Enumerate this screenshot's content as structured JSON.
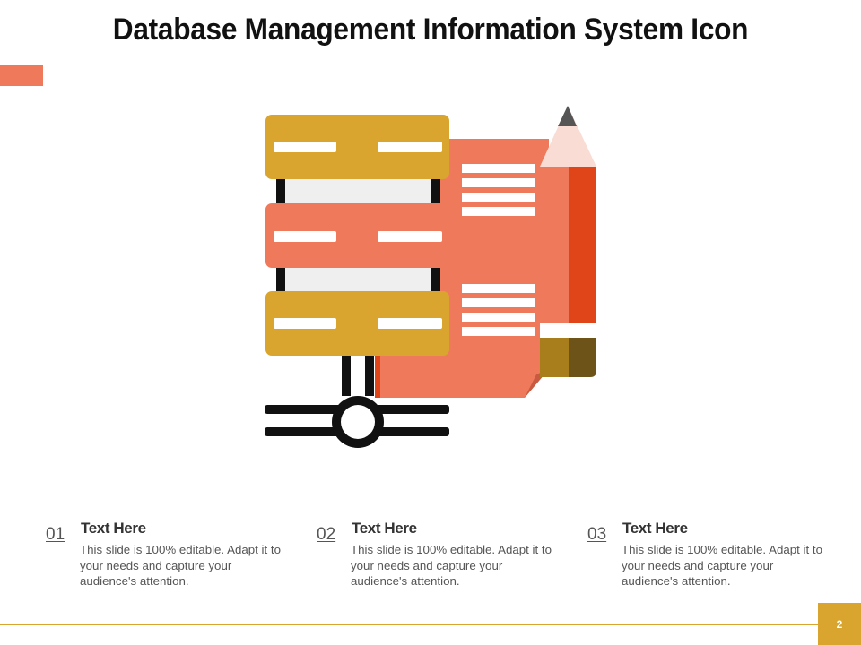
{
  "slide": {
    "title": "Database Management Information System Icon",
    "page_number": "2"
  },
  "colors": {
    "accent_orange": "#ee7a5b",
    "gold": "#d9a52e",
    "red": "#e04419",
    "dark_text": "#111111"
  },
  "icon": {
    "name": "database-document-pencil-icon"
  },
  "items": [
    {
      "number": "01",
      "heading": "Text Here",
      "body": "This slide is 100% editable. Adapt it to your needs and capture your audience's attention."
    },
    {
      "number": "02",
      "heading": "Text Here",
      "body": "This slide is 100% editable. Adapt it to your needs and capture your audience's attention."
    },
    {
      "number": "03",
      "heading": "Text Here",
      "body": "This slide is 100% editable. Adapt it to your needs and capture your audience's attention."
    }
  ]
}
